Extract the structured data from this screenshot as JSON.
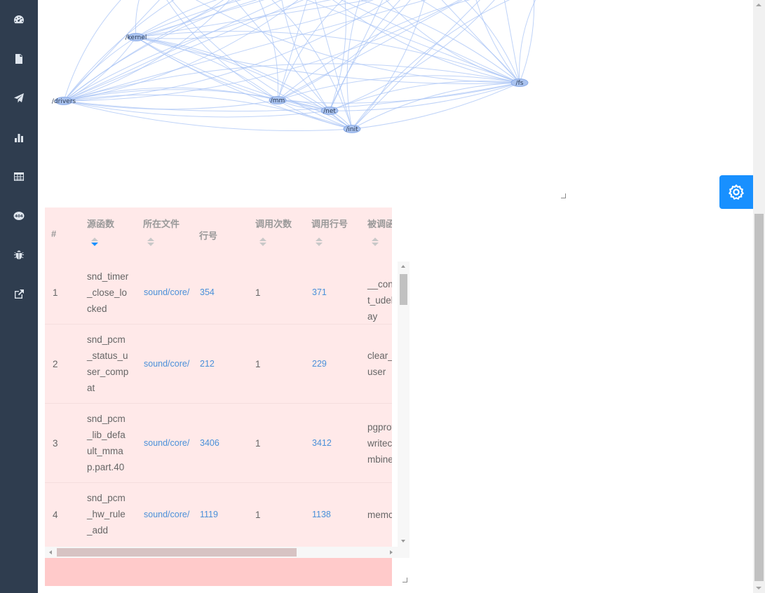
{
  "sidebar": {
    "items": [
      {
        "name": "dashboard-icon"
      },
      {
        "name": "document-icon"
      },
      {
        "name": "send-icon"
      },
      {
        "name": "bar-chart-icon"
      },
      {
        "name": "table-icon"
      },
      {
        "name": "error-404-icon"
      },
      {
        "name": "bug-icon"
      },
      {
        "name": "external-link-icon"
      }
    ]
  },
  "graph": {
    "edge_color": "#a9c4f5",
    "node_color": "#aac3ef",
    "nodes": [
      {
        "id": "kernel",
        "label": "/kernel"
      },
      {
        "id": "drivers",
        "label": "/drivers"
      },
      {
        "id": "mm",
        "label": "/mm"
      },
      {
        "id": "net",
        "label": "/net"
      },
      {
        "id": "init",
        "label": "/init"
      },
      {
        "id": "fs",
        "label": "/fs"
      }
    ]
  },
  "float_button": {
    "icon": "settings-gear-icon",
    "color": "#1890ff"
  },
  "table": {
    "columns": [
      {
        "key": "index",
        "label": "#",
        "sortable": false
      },
      {
        "key": "src_func",
        "label": "源函数",
        "sortable": true,
        "sort": "descend"
      },
      {
        "key": "file",
        "label": "所在文件",
        "sortable": true
      },
      {
        "key": "line",
        "label": "行号",
        "sortable": false
      },
      {
        "key": "calls",
        "label": "调用次数",
        "sortable": true
      },
      {
        "key": "call_line",
        "label": "调用行号",
        "sortable": true
      },
      {
        "key": "callee",
        "label": "被调函数",
        "sortable": true
      }
    ],
    "rows": [
      {
        "index": "1",
        "src_func": "snd_timer_close_locked",
        "file": "sound/core/",
        "line": "354",
        "calls": "1",
        "call_line": "371",
        "callee": "__const_udelay"
      },
      {
        "index": "2",
        "src_func": "snd_pcm_status_user_compat",
        "file": "sound/core/",
        "line": "212",
        "calls": "1",
        "call_line": "229",
        "callee": "clear_user"
      },
      {
        "index": "3",
        "src_func": "snd_pcm_lib_default_mmap.part.40",
        "file": "sound/core/",
        "line": "3406",
        "calls": "1",
        "call_line": "3412",
        "callee": "pgprot_writecombine"
      },
      {
        "index": "4",
        "src_func": "snd_pcm_hw_rule_add",
        "file": "sound/core/",
        "line": "1119",
        "calls": "1",
        "call_line": "1138",
        "callee": "memcpy"
      }
    ]
  }
}
